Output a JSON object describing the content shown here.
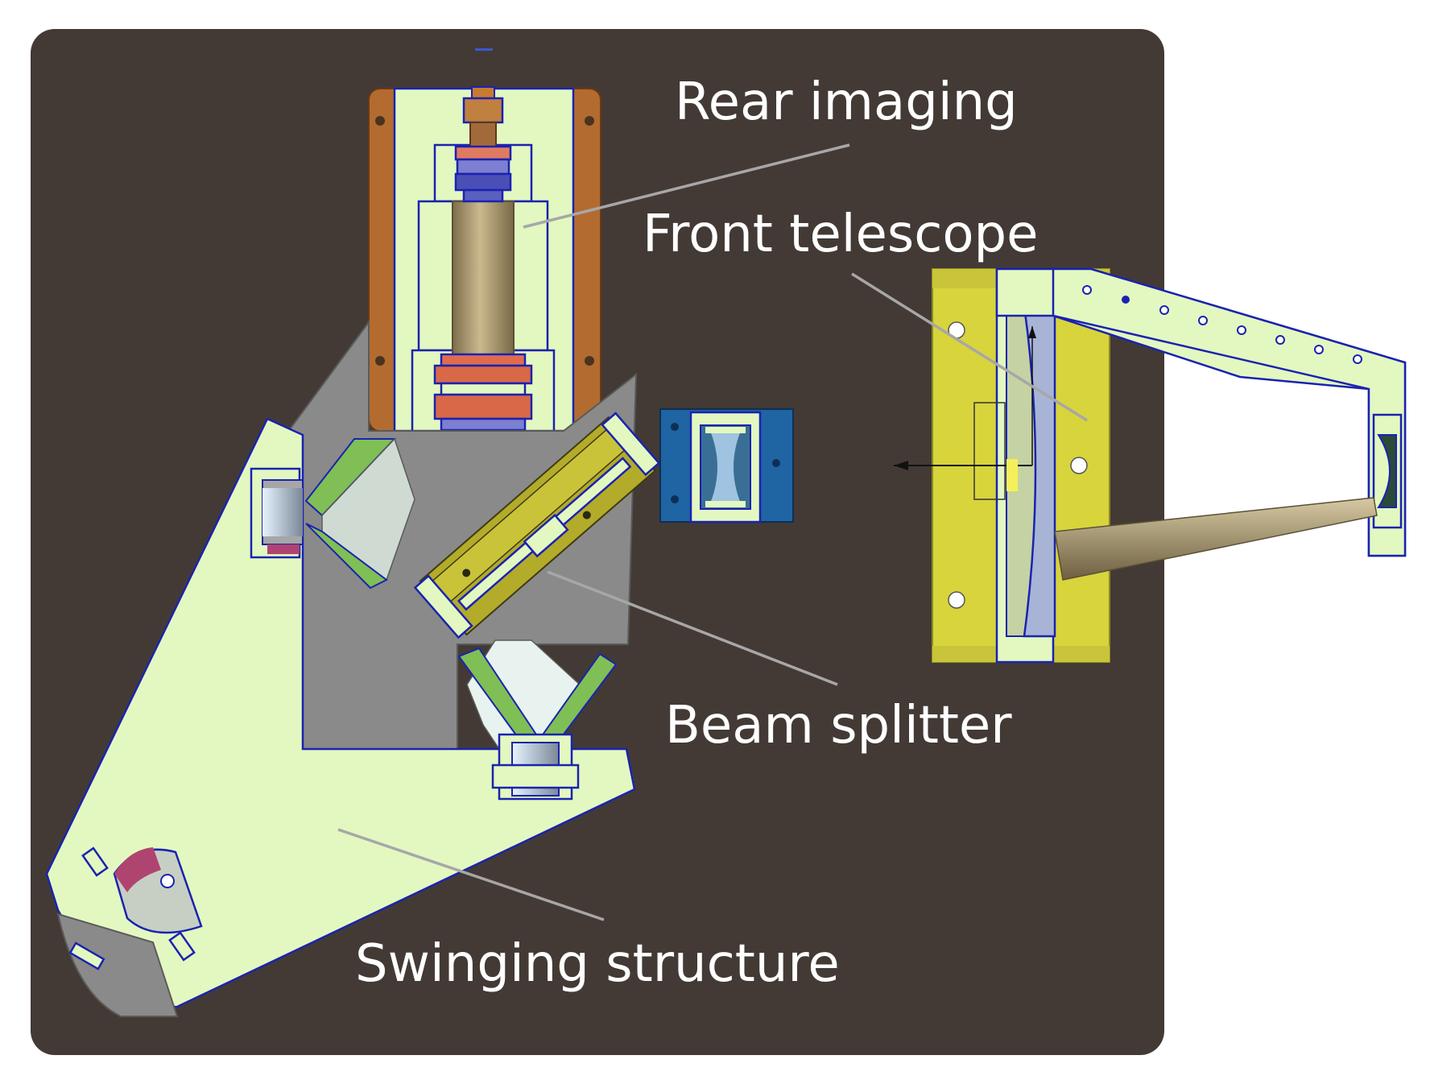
{
  "labels": {
    "rear_imaging": "Rear imaging",
    "front_telescope": "Front telescope",
    "beam_splitter": "Beam splitter",
    "swinging_structure": "Swinging structure"
  },
  "colors": {
    "background_panel": "#433a35",
    "part_light_green": "#e3f8c0",
    "part_gray": "#8a8a8a",
    "part_copper": "#b36b30",
    "part_yellow": "#d8d43c",
    "part_olive": "#b3ab2a",
    "part_blue": "#1f64a3",
    "outline_blue": "#1a23b0",
    "leader_line": "#a7a7a7",
    "label_text": "#ffffff"
  }
}
